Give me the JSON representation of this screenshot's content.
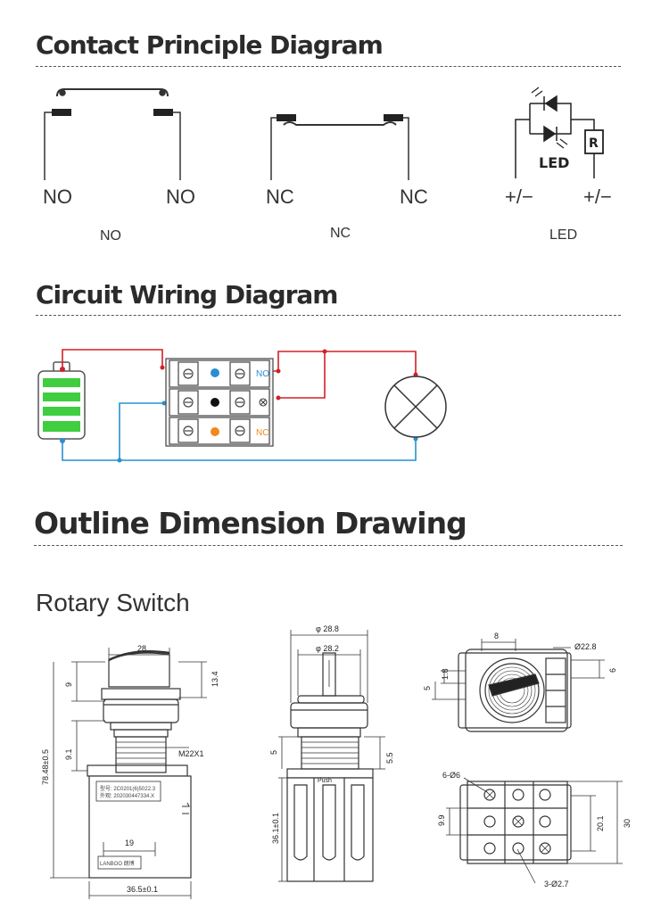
{
  "headings": {
    "contact": "Contact Principle Diagram",
    "wiring": "Circuit Wiring Diagram",
    "outline": "Outline Dimension Drawing",
    "rotary": "Rotary Switch"
  },
  "contact": {
    "no_left": "NO",
    "no_right": "NO",
    "no_caption": "NO",
    "nc_left": "NC",
    "nc_right": "NC",
    "nc_caption": "NC",
    "led_text": "LED",
    "resistor": "R",
    "pm_left": "+/−",
    "pm_right": "+/−",
    "led_caption": "LED"
  },
  "wiring": {
    "no_tag": "NO",
    "nc_tag": "NC"
  },
  "dims": {
    "side": {
      "width_top": "28",
      "height_knob": "13.4",
      "h9": "9",
      "h91": "9.1",
      "thread": "M22X1",
      "total": "78.48±0.5",
      "base_w": "19",
      "bottom_w": "36.5±0.1",
      "label_line1": "型号: 2C0201(6)5022.3",
      "label_line2": "外观: 202030447334.X",
      "brand": "LANBOO 朗博"
    },
    "front": {
      "d288": "φ 28.8",
      "d282": "φ 28.2",
      "h5": "5",
      "h55": "5.5",
      "height": "36.1±0.1",
      "push": "Push"
    },
    "top": {
      "w8": "8",
      "d228": "Ø22.8",
      "h18": "1.8",
      "h5": "5",
      "h6": "6"
    },
    "bottom": {
      "holes6": "6-Ø6",
      "h99": "9.9",
      "h201": "20.1",
      "h30": "30",
      "holes27": "3-Ø2.7"
    }
  },
  "colors": {
    "wire_red": "#d32027",
    "wire_blue": "#2a8fd0",
    "battery_green": "#3fce3f",
    "dot_blue": "#2a8fd0",
    "dot_black": "#111111",
    "dot_orange": "#f08a1c"
  }
}
